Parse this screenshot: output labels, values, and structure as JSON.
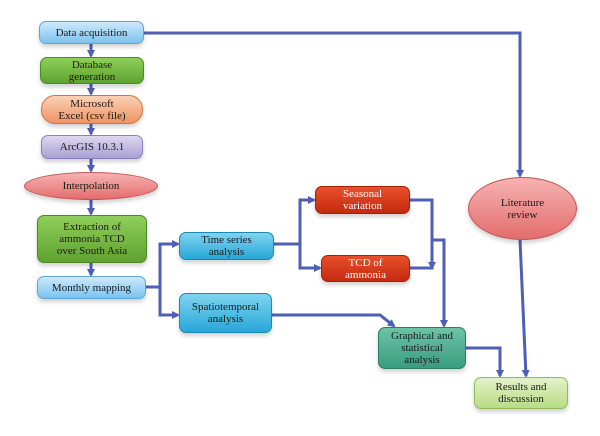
{
  "nodes": {
    "data_acquisition": "Data acquisition",
    "database_generation": "Database\ngeneration",
    "microsoft_excel": "Microsoft\nExcel (csv file)",
    "arcgis": "ArcGIS 10.3.1",
    "interpolation": "Interpolation",
    "extraction": "Extraction of\nammonia TCD\nover South Asia",
    "monthly_mapping": "Monthly mapping",
    "time_series": "Time series\nanalysis",
    "spatiotemporal": "Spatiotemporal\nanalysis",
    "seasonal_variation": "Seasonal\nvariation",
    "tcd_ammonia": "TCD of\nammonia",
    "literature_review": "Literature\nreview",
    "graphical_statistical": "Graphical and\nstatistical\nanalysis",
    "results_discussion": "Results and\ndiscussion"
  },
  "colors": {
    "arrow": "#4e5fb5",
    "blue": "#7cc3ef",
    "green": "#5ea22f",
    "orange": "#ef9363",
    "lavender": "#a9a0d6",
    "pink": "#e46d6d",
    "cyan": "#27a7d8",
    "red": "#c42a10",
    "teal": "#3a9c7f",
    "light_green": "#b8dc86"
  }
}
